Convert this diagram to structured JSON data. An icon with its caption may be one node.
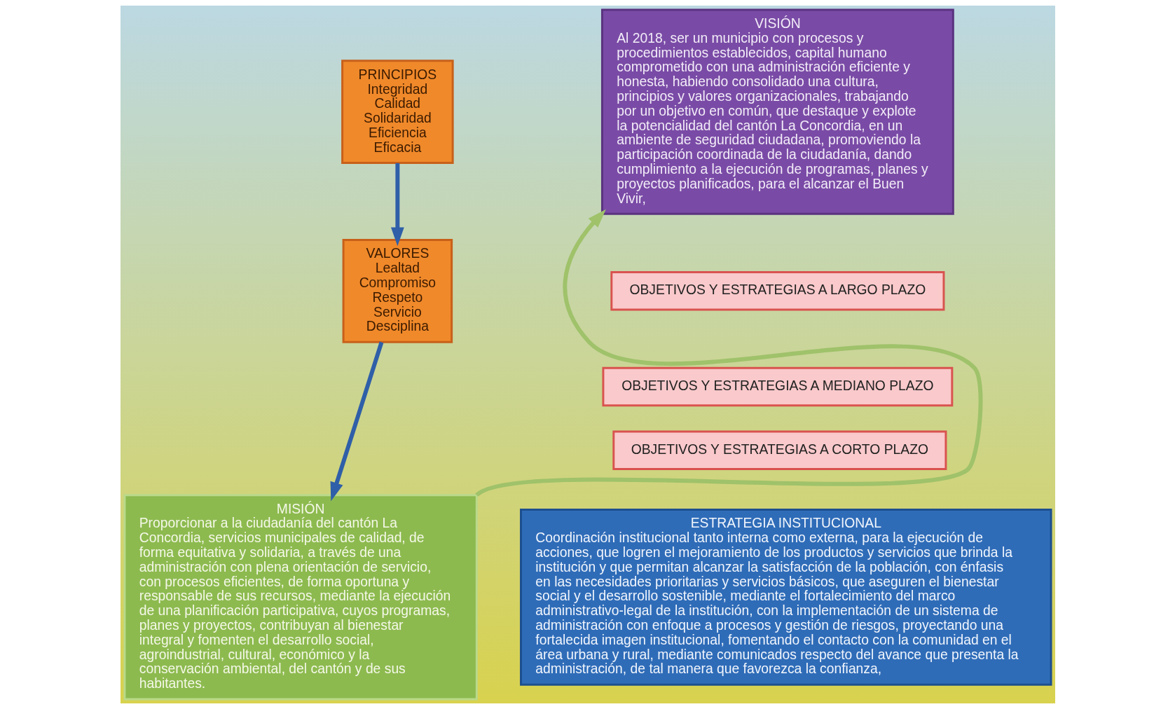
{
  "diagram": {
    "nodes": [
      {
        "text": [
          "PRINCIPIOS",
          "Integridad",
          "Calidad",
          "Solidaridad",
          "Eficiencia",
          "Eficacia"
        ]
      },
      {
        "text": [
          "VALORES",
          "Lealtad",
          "Compromiso",
          "Respeto",
          "Servicio",
          "Desciplina"
        ]
      },
      {
        "text": [
          "MISIÓN",
          "Proporcionar a la ciudadanía del cantón La Concordia, servicios municipales de calidad, de forma equitativa y solidaria, a través de una administración con plena orientación de servicio, con procesos eficientes, de forma oportuna y responsable de sus recursos, mediante la ejecución de una planificación participativa, cuyos programas, planes y proyectos, contribuyan al bienestar integral y fomenten el desarrollo social, agroindustrial, cultural, económico y la conservación ambiental, del cantón y de sus habitantes."
        ]
      },
      {
        "text": [
          "OBJETIVOS Y ESTRATEGIAS A CORTO PLAZO"
        ]
      },
      {
        "text": [
          "OBJETIVOS Y ESTRATEGIAS A MEDIANO PLAZO"
        ]
      },
      {
        "text": [
          "OBJETIVOS Y ESTRATEGIAS A LARGO PLAZO"
        ]
      },
      {
        "text": [
          "VISIÓN",
          "Al 2018, ser un municipio con procesos y procedimientos establecidos, capital humano comprometido con una administración eficiente y honesta, habiendo consolidado una cultura, principios y valores organizacionales, trabajando por un objetivo en común, que destaque y explote la potencialidad del cantón La Concordia, en un ambiente de seguridad ciudadana, promoviendo la participación coordinada de la ciudadanía, dando cumplimiento a la ejecución de programas, planes y proyectos planificados, para el alcanzar el Buen Vivir,"
        ]
      },
      {
        "text": [
          "ESTRATEGIA INSTITUCIONAL",
          "Coordinación institucional tanto interna como externa, para la ejecución de acciones, que logren el mejoramiento de los productos y servicios que brinda la institución y que permitan alcanzar la satisfacción de la población, con énfasis en las necesidades prioritarias y servicios básicos, que aseguren el bienestar social y el desarrollo sostenible, mediante el fortalecimiento del marco administrativo-legal de la institución, con la implementación de un sistema de administración con enfoque a procesos y gestión de riesgos, proyectando una fortalecida imagen institucional, fomentando el contacto con la comunidad en el área urbana y rural, mediante comunicados respecto del avance que presenta la administración, de tal manera que favorezca la confianza,"
        ]
      }
    ],
    "edges": [
      {
        "from": 0,
        "to": 1,
        "arrow": "to"
      },
      {
        "from": 1,
        "to": 2,
        "arrow": "to"
      },
      {
        "from": 2,
        "to": 6,
        "arrow": "to",
        "color": "#9fc26a"
      }
    ]
  }
}
